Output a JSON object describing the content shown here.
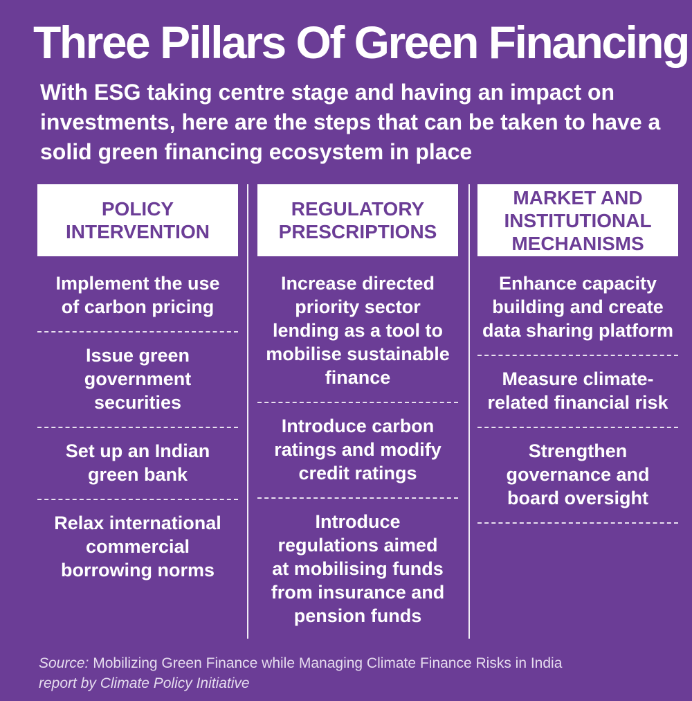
{
  "title": "Three Pillars Of Green Financing",
  "subtitle": "With ESG taking centre stage and having an impact on investments, here are the steps that can be taken to have a solid green financing ecosystem in place",
  "columns": [
    {
      "header": "POLICY INTERVENTION",
      "items": [
        "Implement the use of carbon pricing",
        "Issue green government securities",
        "Set up an Indian green bank",
        "Relax international commercial borrowing norms"
      ]
    },
    {
      "header": "REGULATORY PRESCRIPTIONS",
      "items": [
        "Increase directed priority sector lending as a tool to mobilise sustainable finance",
        "Introduce carbon ratings and modify credit ratings",
        "Introduce regulations aimed at mobilising funds from insurance and pension funds"
      ]
    },
    {
      "header": "MARKET AND INSTITUTIONAL MECHANISMS",
      "items": [
        "Enhance capacity building and create data sharing platform",
        "Measure climate-related financial risk",
        "Strengthen governance and board oversight"
      ]
    }
  ],
  "source": {
    "label": "Source:",
    "text": "Mobilizing Green Finance while Managing Climate Finance Risks in India",
    "label2": "report by Climate Policy Initiative"
  },
  "colors": {
    "background": "#6b3d96",
    "header_bg": "#ffffff",
    "header_text": "#6b3d96",
    "text": "#ffffff"
  }
}
